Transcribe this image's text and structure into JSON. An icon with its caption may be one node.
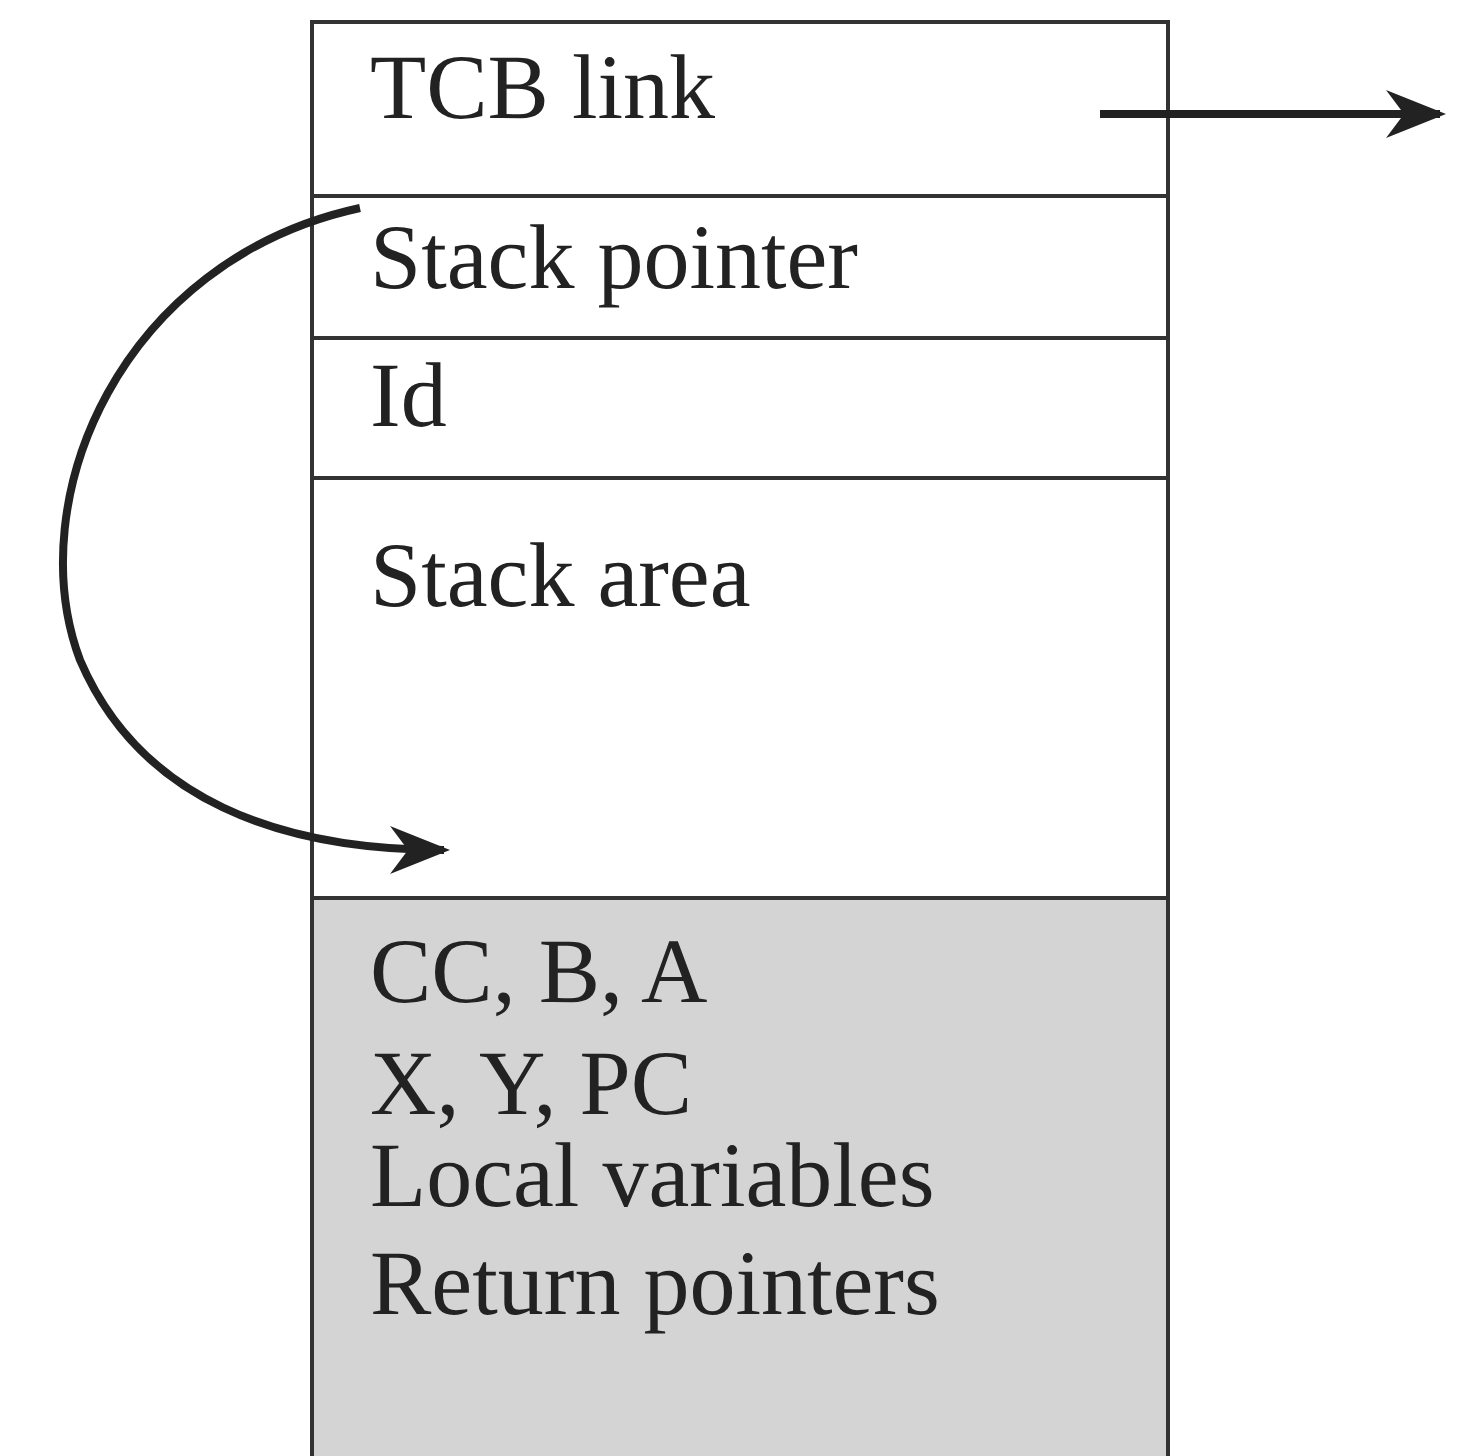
{
  "diagram": {
    "nodes": [
      {
        "text": [
          "TCB link"
        ]
      },
      {
        "text": [
          "Stack pointer"
        ]
      },
      {
        "text": [
          "Id"
        ]
      },
      {
        "text": [
          "Stack area"
        ]
      },
      {
        "text": [
          "CC, B, A",
          "X, Y, PC",
          "Local variables",
          "Return pointers"
        ]
      }
    ],
    "edges": [
      {
        "from": 0,
        "to": null,
        "arrow": "to"
      },
      {
        "from": 1,
        "to": 3,
        "arrow": "to"
      }
    ]
  }
}
